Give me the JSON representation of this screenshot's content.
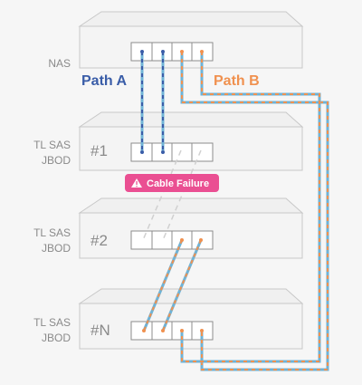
{
  "devices": [
    {
      "id": "nas",
      "name": "NAS",
      "number": ""
    },
    {
      "id": "jbod1",
      "name_line1": "TL SAS",
      "name_line2": "JBOD",
      "number": "#1"
    },
    {
      "id": "jbod2",
      "name_line1": "TL SAS",
      "name_line2": "JBOD",
      "number": "#2"
    },
    {
      "id": "jbodn",
      "name_line1": "TL SAS",
      "name_line2": "JBOD",
      "number": "#N"
    }
  ],
  "paths": {
    "a": {
      "label": "Path A",
      "color": "#3a5da8"
    },
    "b": {
      "label": "Path B",
      "color": "#f0914f"
    }
  },
  "alert": {
    "label": "Cable Failure",
    "color": "#ea4f92",
    "icon": "warning-icon"
  },
  "colors": {
    "device_fill": "#f4f4f4",
    "device_stroke": "#c8c8c8",
    "port_fill": "#ffffff",
    "port_stroke": "#8c8c8c",
    "cable_base": "#6fb3d6",
    "failed_cable": "#d0d0d0"
  }
}
